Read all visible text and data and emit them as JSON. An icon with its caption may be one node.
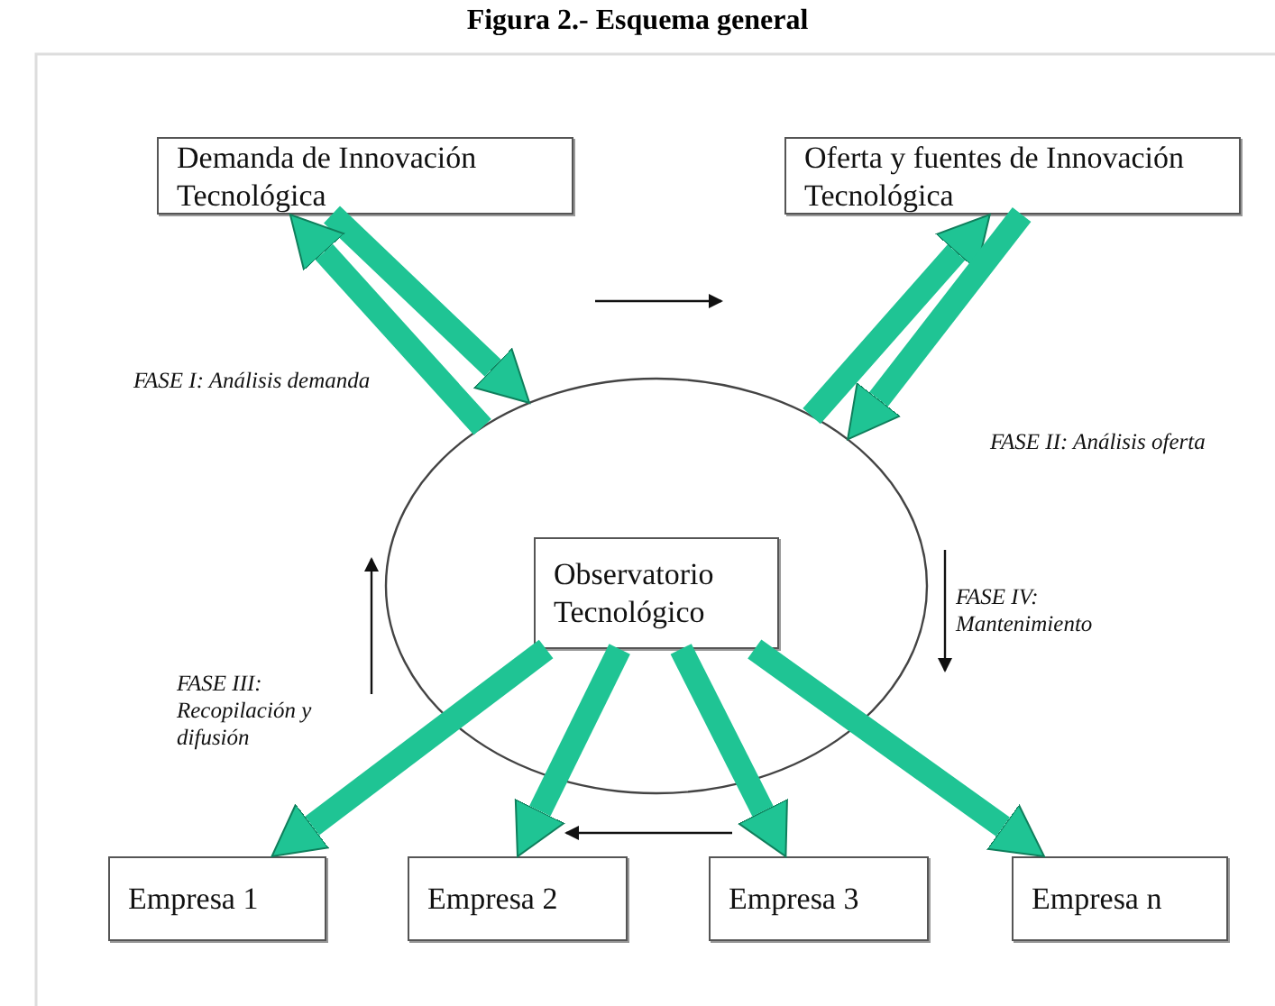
{
  "diagram": {
    "title": "Figura 2.- Esquema general",
    "nodes": [
      {
        "text": [
          "Demanda de Innovación Tecnológica"
        ]
      },
      {
        "text": [
          "Oferta y fuentes de Innovación Tecnológica"
        ]
      },
      {
        "text": [],
        "shape": "circle"
      },
      {
        "text": [
          "Observatorio Tecnológico"
        ],
        "in": 2
      },
      {
        "text": [
          "Empresa 1"
        ]
      },
      {
        "text": [
          "Empresa 2"
        ]
      },
      {
        "text": [
          "Empresa 3"
        ]
      },
      {
        "text": [
          "Empresa n"
        ]
      }
    ],
    "edges": [
      {
        "from": 0,
        "to": 2,
        "arrow": "to"
      },
      {
        "from": 2,
        "to": 0,
        "arrow": "to"
      },
      {
        "from": 2,
        "to": 1,
        "arrow": "to"
      },
      {
        "from": 1,
        "to": 2,
        "arrow": "to"
      },
      {
        "from": 3,
        "to": 4,
        "arrow": "to"
      },
      {
        "from": 3,
        "to": 5,
        "arrow": "to"
      },
      {
        "from": 3,
        "to": 6,
        "arrow": "to"
      },
      {
        "from": 3,
        "to": 7,
        "arrow": "to"
      }
    ],
    "labels": [
      "FASE I: Análisis demanda",
      "FASE II: Análisis oferta",
      "FASE IV: Mantenimiento",
      "FASE III: Recopilación y difusión"
    ]
  }
}
